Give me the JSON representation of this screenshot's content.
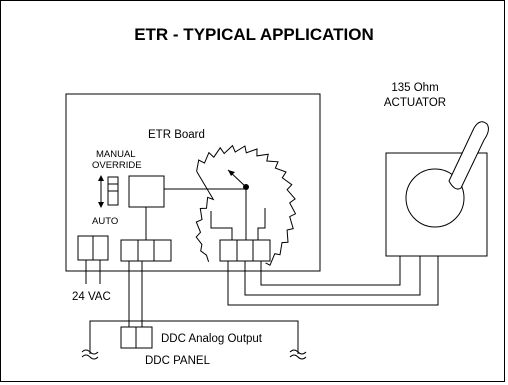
{
  "diagram": {
    "title": "ETR - TYPICAL APPLICATION",
    "actuator_line1": "135 Ohm",
    "actuator_line2": "ACTUATOR",
    "board_label": "ETR Board",
    "manual_line1": "MANUAL",
    "manual_line2": "OVERRIDE",
    "auto_label": "AUTO",
    "power_label": "24 VAC",
    "ddc_output_label": "DDC Analog Output",
    "ddc_panel_label": "DDC PANEL"
  }
}
